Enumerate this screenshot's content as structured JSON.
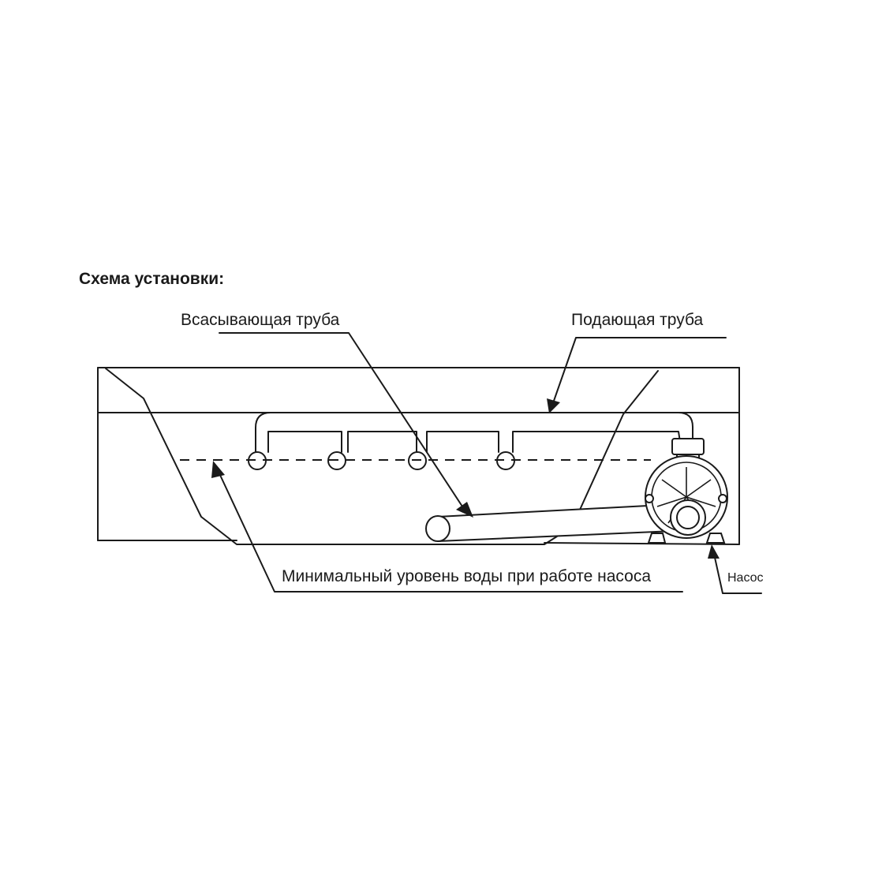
{
  "title": "Схема установки:",
  "labels": {
    "suction_pipe": "Всасывающая труба",
    "supply_pipe": "Подающая труба",
    "min_water_level": "Минимальный уровень воды при работе насоса",
    "pump": "Насос"
  }
}
